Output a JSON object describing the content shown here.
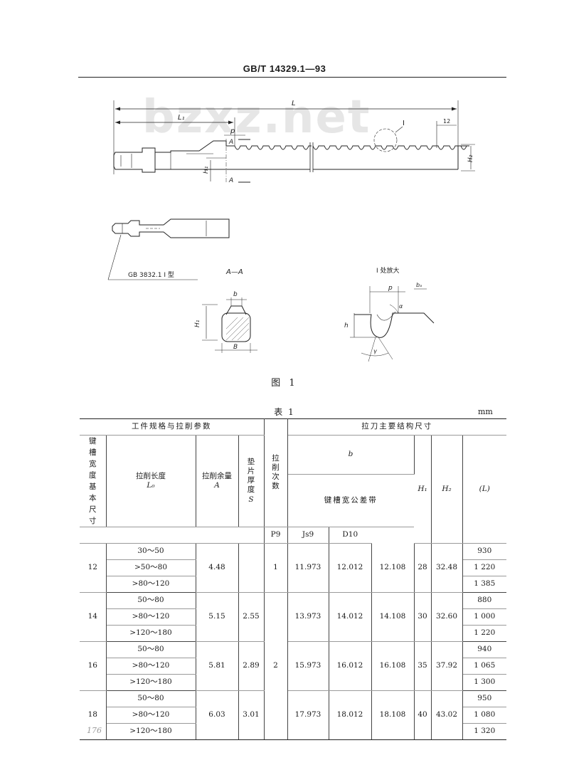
{
  "header": {
    "title": "GB/T 14329.1—93"
  },
  "watermark": "bzxz.net",
  "figure": {
    "dims": {
      "L": "L",
      "L1": "L₁",
      "p": "p",
      "i": "I",
      "twelve": "12",
      "H1": "H₁",
      "H2": "H₂",
      "A": "A"
    },
    "shank_note": "GB 3832.1 I 型",
    "section_title": "A—A",
    "section_dims": {
      "b": "b",
      "B": "B",
      "H1": "H₁"
    },
    "detail_title": "I 处放大",
    "detail_dims": {
      "p": "p",
      "ba": "bₐ",
      "alpha": "α",
      "h": "h",
      "gamma": "γ"
    },
    "caption": "图 1"
  },
  "table": {
    "caption": "表 1",
    "unit": "mm",
    "group_left": "工件规格与拉削参数",
    "group_right": "拉刀主要结构尺寸",
    "headers": {
      "key_width": "键槽宽度基本尺寸",
      "length": "拉削长度",
      "length_sym": "L₀",
      "allowance": "拉削余量",
      "allowance_sym": "A",
      "shim": "垫片厚度",
      "shim_sym": "S",
      "passes": "拉削次数",
      "b": "b",
      "tol_band": "键槽宽公差带",
      "P9": "P9",
      "Js9": "Js9",
      "D10": "D10",
      "H1": "H₁",
      "H2": "H₂",
      "L": "(L)"
    },
    "groups": [
      {
        "key": "12",
        "allowance": "4.48",
        "shim": "",
        "p9": "11.973",
        "js9": "12.012",
        "d10": "12.108",
        "h1": "28",
        "h2": "32.48",
        "rows": [
          {
            "len": "30～50",
            "L": "930"
          },
          {
            "len": ">50～80",
            "L": "1 220"
          },
          {
            "len": ">80～120",
            "L": "1 385"
          }
        ]
      },
      {
        "key": "14",
        "allowance": "5.15",
        "shim": "2.55",
        "p9": "13.973",
        "js9": "14.012",
        "d10": "14.108",
        "h1": "30",
        "h2": "32.60",
        "rows": [
          {
            "len": "50～80",
            "L": "880"
          },
          {
            "len": ">80～120",
            "L": "1 000"
          },
          {
            "len": ">120～180",
            "L": "1 220"
          }
        ]
      },
      {
        "key": "16",
        "allowance": "5.81",
        "shim": "2.89",
        "p9": "15.973",
        "js9": "16.012",
        "d10": "16.108",
        "h1": "35",
        "h2": "37.92",
        "rows": [
          {
            "len": "50～80",
            "L": "940"
          },
          {
            "len": ">80～120",
            "L": "1 065"
          },
          {
            "len": ">120～180",
            "L": "1 300"
          }
        ]
      },
      {
        "key": "18",
        "allowance": "6.03",
        "shim": "3.01",
        "p9": "17.973",
        "js9": "18.012",
        "d10": "18.108",
        "h1": "40",
        "h2": "43.02",
        "rows": [
          {
            "len": "50～80",
            "L": "950"
          },
          {
            "len": ">80～120",
            "L": "1 080"
          },
          {
            "len": ">120～180",
            "L": "1 320"
          }
        ]
      }
    ],
    "passes_g1": "1",
    "passes_g234": "2"
  },
  "page_number": "176"
}
